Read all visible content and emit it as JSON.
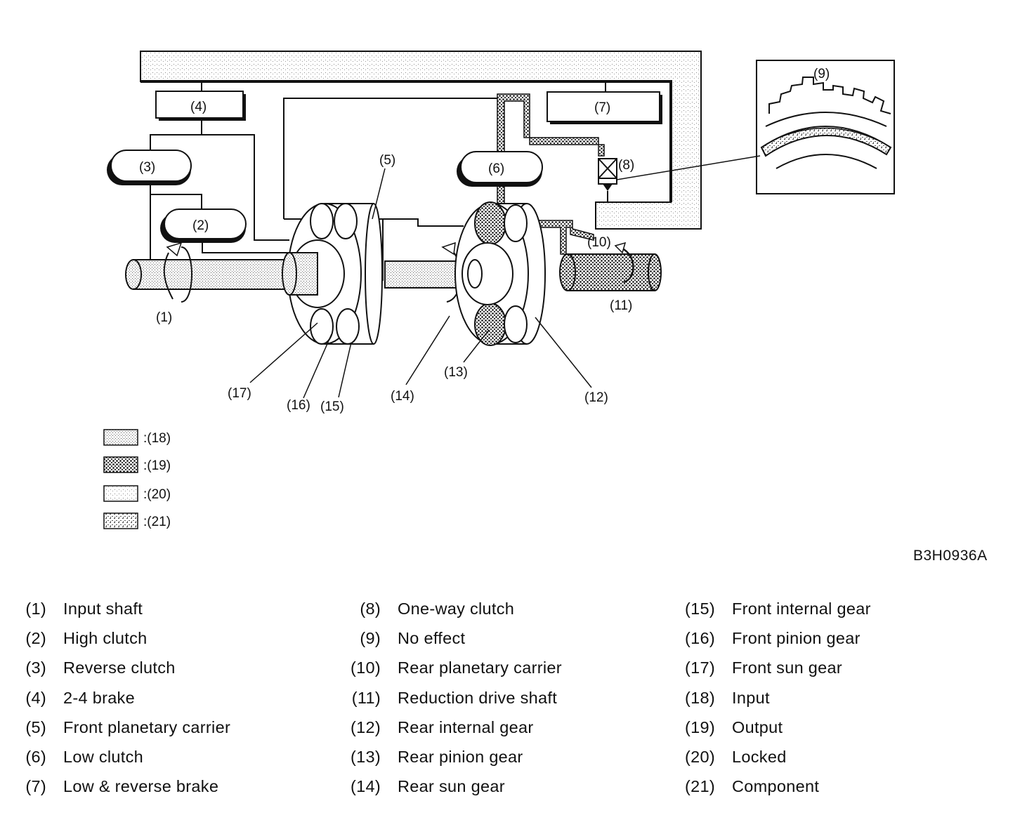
{
  "diagram": {
    "callouts": [
      "(1)",
      "(2)",
      "(3)",
      "(4)",
      "(5)",
      "(6)",
      "(7)",
      "(8)",
      "(9)",
      "(10)",
      "(11)",
      "(12)",
      "(13)",
      "(14)",
      "(15)",
      "(16)",
      "(17)"
    ],
    "key": [
      ":(18)",
      ":(19)",
      ":(20)",
      ":(21)"
    ],
    "figure_code": "B3H0936A"
  },
  "legend": {
    "column1": [
      {
        "num": "(1)",
        "text": "Input shaft"
      },
      {
        "num": "(2)",
        "text": "High clutch"
      },
      {
        "num": "(3)",
        "text": "Reverse clutch"
      },
      {
        "num": "(4)",
        "text": "2-4 brake"
      },
      {
        "num": "(5)",
        "text": "Front planetary carrier"
      },
      {
        "num": "(6)",
        "text": "Low clutch"
      },
      {
        "num": "(7)",
        "text": "Low & reverse brake"
      }
    ],
    "column2": [
      {
        "num": "(8)",
        "text": "One-way clutch"
      },
      {
        "num": "(9)",
        "text": "No effect"
      },
      {
        "num": "(10)",
        "text": "Rear planetary carrier"
      },
      {
        "num": "(11)",
        "text": "Reduction drive shaft"
      },
      {
        "num": "(12)",
        "text": "Rear internal gear"
      },
      {
        "num": "(13)",
        "text": "Rear pinion gear"
      },
      {
        "num": "(14)",
        "text": "Rear sun gear"
      }
    ],
    "column3": [
      {
        "num": "(15)",
        "text": "Front internal gear"
      },
      {
        "num": "(16)",
        "text": "Front pinion gear"
      },
      {
        "num": "(17)",
        "text": "Front sun gear"
      },
      {
        "num": "(18)",
        "text": "Input"
      },
      {
        "num": "(19)",
        "text": "Output"
      },
      {
        "num": "(20)",
        "text": "Locked"
      },
      {
        "num": "(21)",
        "text": "Component"
      }
    ]
  }
}
